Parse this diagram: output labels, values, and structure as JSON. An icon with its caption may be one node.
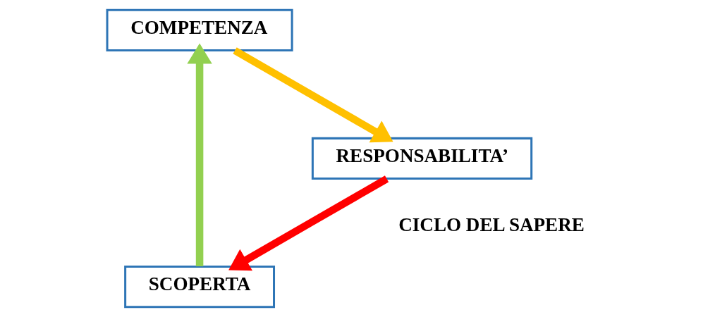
{
  "diagram": {
    "nodes": [
      {
        "text": [
          "SCOPERTA"
        ]
      },
      {
        "text": [
          "COMPETENZA"
        ]
      },
      {
        "text": [
          "RESPONSABILITA’"
        ]
      }
    ],
    "edges": [
      {
        "from": 0,
        "to": 1,
        "arrow": "to",
        "color": "#92d050"
      },
      {
        "from": 1,
        "to": 2,
        "arrow": "to",
        "color": "#ffc000"
      },
      {
        "from": 2,
        "to": 0,
        "arrow": "to",
        "color": "#ff0000"
      }
    ],
    "labels": [
      "CICLO DEL SAPERE"
    ]
  }
}
